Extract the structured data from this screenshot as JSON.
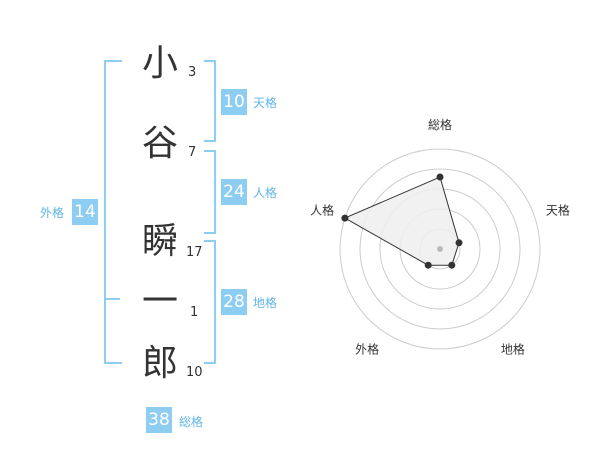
{
  "characters": [
    {
      "char": "小",
      "strokes": "3"
    },
    {
      "char": "谷",
      "strokes": "7"
    },
    {
      "char": "瞬",
      "strokes": "17"
    },
    {
      "char": "一",
      "strokes": "1"
    },
    {
      "char": "郎",
      "strokes": "10"
    }
  ],
  "kakusu": {
    "tenkaku": {
      "value": "10",
      "label": "天格"
    },
    "jinkaku": {
      "value": "24",
      "label": "人格"
    },
    "chikaku": {
      "value": "28",
      "label": "地格"
    },
    "gaikaku": {
      "value": "14",
      "label": "外格"
    },
    "soukaku": {
      "value": "38",
      "label": "総格"
    }
  },
  "chart_data": {
    "type": "radar",
    "axes": [
      "総格",
      "天格",
      "地格",
      "外格",
      "人格"
    ],
    "values": [
      0.72,
      0.2,
      0.2,
      0.2,
      1.0
    ],
    "rings": 5,
    "colors": {
      "fill": "#eeeeee",
      "line": "#333333",
      "point": "#333333",
      "grid": "#cccccc",
      "center": "#bbbbbb"
    }
  }
}
